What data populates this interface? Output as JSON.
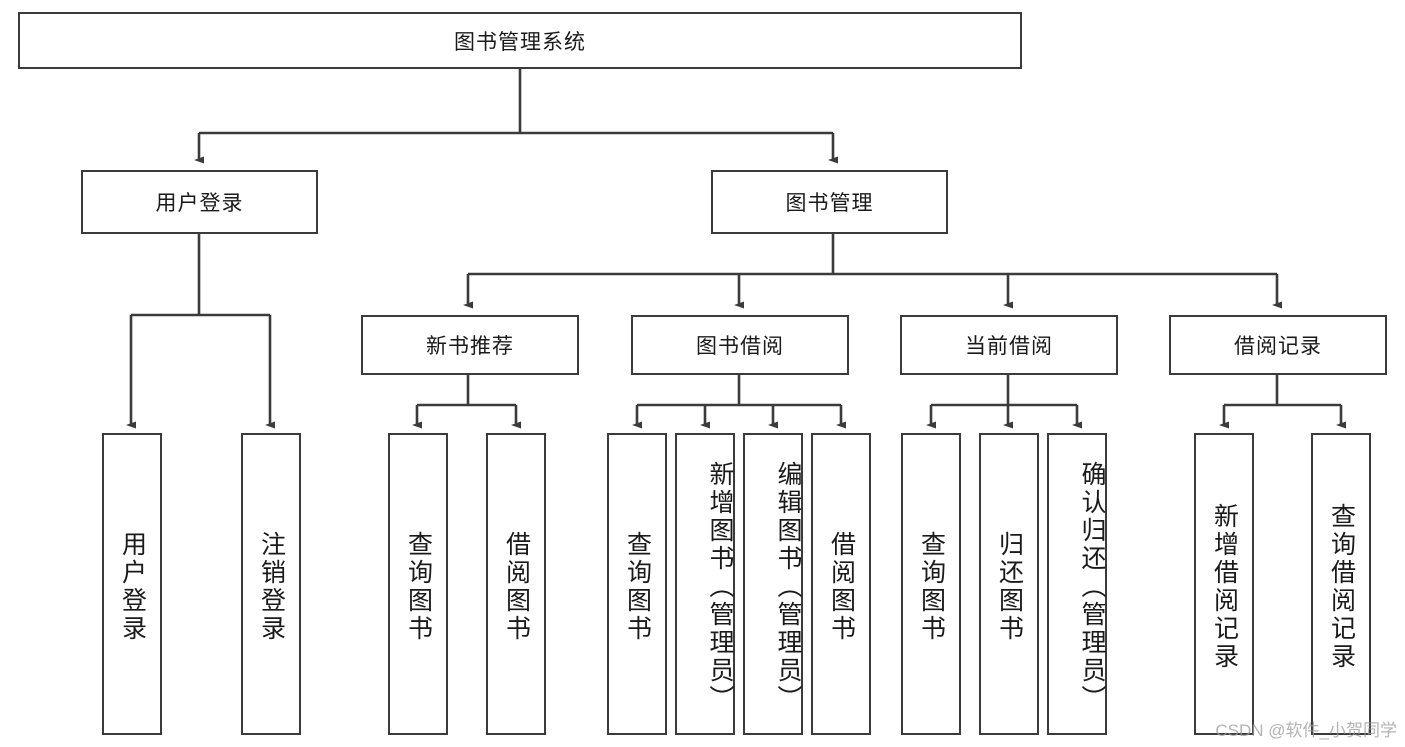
{
  "diagram": {
    "type": "tree",
    "title": "图书管理系统",
    "watermark": "CSDN @软件_小贺同学",
    "colors": {
      "stroke": "#3b3b3b",
      "fill": "#ffffff",
      "text": "#1a1a1a",
      "watermark": "#9a9a9a"
    },
    "levels": {
      "root": {
        "label": "图书管理系统"
      },
      "level2": [
        {
          "label": "用户登录"
        },
        {
          "label": "图书管理"
        }
      ],
      "level3": [
        {
          "label": "新书推荐"
        },
        {
          "label": "图书借阅"
        },
        {
          "label": "当前借阅"
        },
        {
          "label": "借阅记录"
        }
      ],
      "leaves": [
        {
          "label": "用户登录",
          "parent": "用户登录"
        },
        {
          "label": "注销登录",
          "parent": "用户登录"
        },
        {
          "label": "查询图书",
          "parent": "新书推荐"
        },
        {
          "label": "借阅图书",
          "parent": "新书推荐"
        },
        {
          "label": "查询图书",
          "parent": "图书借阅"
        },
        {
          "label": "新增图书（管理员）",
          "parent": "图书借阅"
        },
        {
          "label": "编辑图书（管理员）",
          "parent": "图书借阅"
        },
        {
          "label": "借阅图书",
          "parent": "图书借阅"
        },
        {
          "label": "查询图书",
          "parent": "当前借阅"
        },
        {
          "label": "归还图书",
          "parent": "当前借阅"
        },
        {
          "label": "确认归还（管理员）",
          "parent": "当前借阅"
        },
        {
          "label": "新增借阅记录",
          "parent": "借阅记录"
        },
        {
          "label": "查询借阅记录",
          "parent": "借阅记录"
        }
      ]
    }
  }
}
